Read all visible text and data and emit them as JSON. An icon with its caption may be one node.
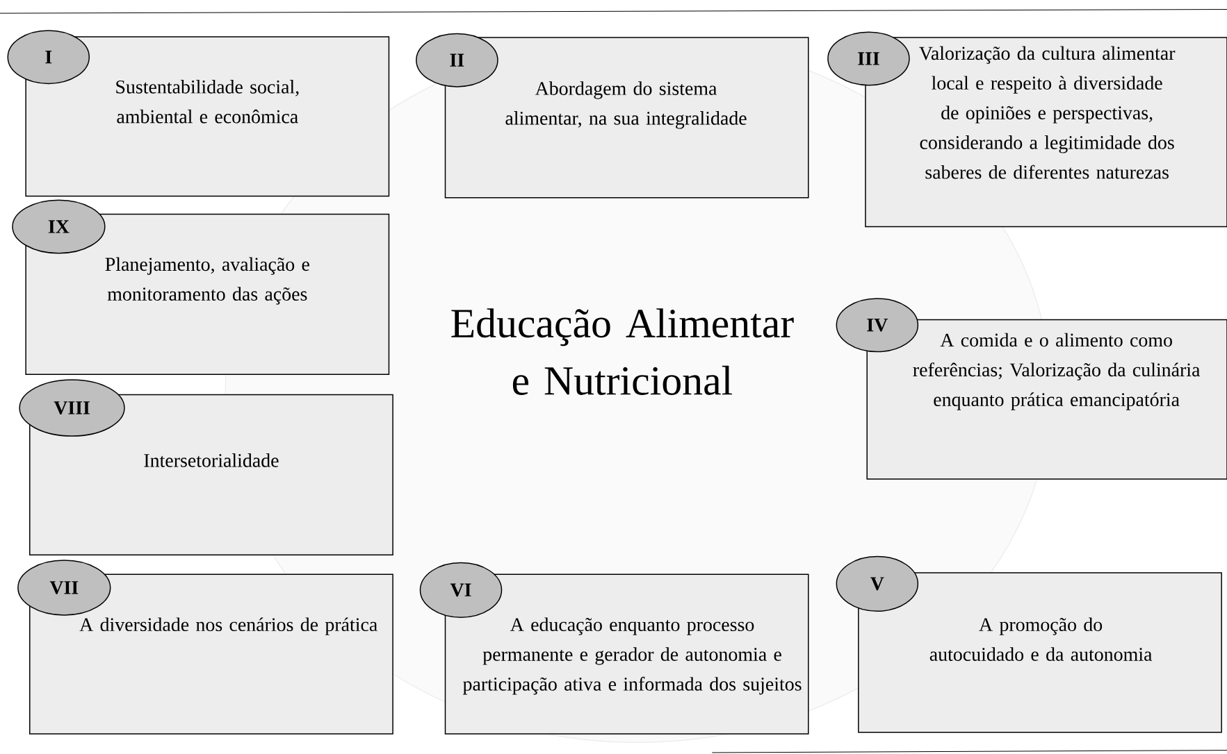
{
  "diagram": {
    "title": "Educação Alimentar e Nutricional",
    "nodes": [
      {
        "text": [
          "Sustentabilidade social, ambiental e econômica"
        ]
      },
      {
        "text": [
          "I"
        ]
      },
      {
        "text": [
          "Abordagem do sistema alimentar, na sua integralidade"
        ]
      },
      {
        "text": [
          "II"
        ]
      },
      {
        "text": [
          "Valorização da cultura alimentar local e respeito à diversidade de opiniões e perspectivas, considerando a legitimidade dos saberes de diferentes naturezas"
        ]
      },
      {
        "text": [
          "III"
        ]
      },
      {
        "text": [
          "Planejamento, avaliação e monitoramento das ações"
        ]
      },
      {
        "text": [
          "IX"
        ]
      },
      {
        "text": [
          "A comida e o alimento como referências; Valorização da culinária enquanto prática emancipatória"
        ]
      },
      {
        "text": [
          "IV"
        ]
      },
      {
        "text": [
          "Intersetorialidade"
        ]
      },
      {
        "text": [
          "VIII"
        ]
      },
      {
        "text": [
          "A diversidade nos cenários de prática"
        ]
      },
      {
        "text": [
          "VII"
        ]
      },
      {
        "text": [
          "A educação enquanto processo permanente e gerador de autonomia e participação ativa e informada dos sujeitos"
        ]
      },
      {
        "text": [
          "VI"
        ]
      },
      {
        "text": [
          "A promoção do autocuidado e da autonomia"
        ]
      },
      {
        "text": [
          "V"
        ]
      }
    ]
  }
}
